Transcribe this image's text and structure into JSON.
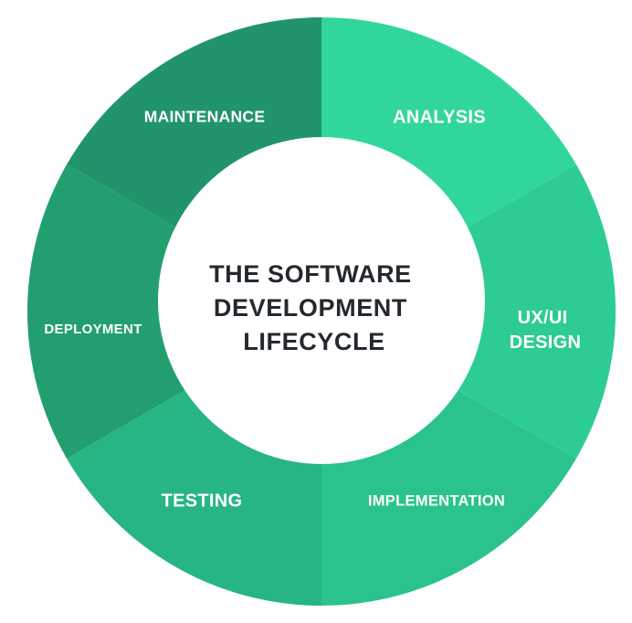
{
  "diagram": {
    "title_lines": [
      "THE SOFTWARE",
      "DEVELOPMENT",
      "LIFECYCLE"
    ],
    "title_color": "#23292e",
    "type": "cycle-ring",
    "segments": [
      {
        "label": "ANALYSIS",
        "color": "#31d79a",
        "order": 1
      },
      {
        "label": "UX/UI DESIGN",
        "lines": [
          "UX/UI",
          "DESIGN"
        ],
        "color": "#2dcc93",
        "order": 2
      },
      {
        "label": "IMPLEMENTATION",
        "color": "#2bc38c",
        "order": 3
      },
      {
        "label": "TESTING",
        "color": "#27b683",
        "order": 4
      },
      {
        "label": "DEPLOYMENT",
        "color": "#239f6f",
        "order": 5
      },
      {
        "label": "MAINTENANCE",
        "color": "#21946c",
        "order": 6
      }
    ]
  }
}
